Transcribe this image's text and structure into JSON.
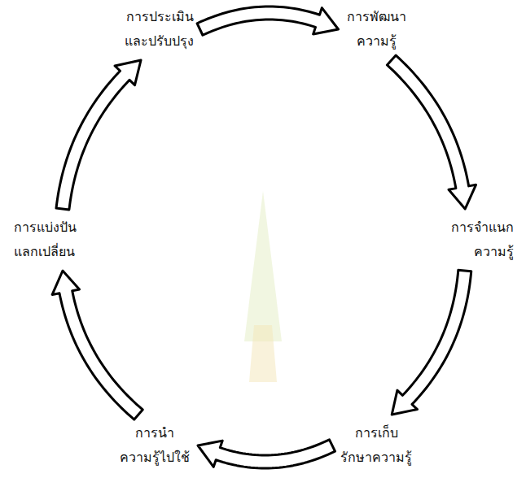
{
  "diagram": {
    "nodes": [
      {
        "text": [
          "การประเมิน และปรับปรุง"
        ]
      },
      {
        "text": [
          "การพัฒนา ความรู้"
        ]
      },
      {
        "text": [
          "การแบ่งปัน แลกเปลี่ยน"
        ]
      },
      {
        "text": [
          "การจำแนก ความรู้"
        ]
      },
      {
        "text": [
          "การนำ ความรู้ไปใช้"
        ]
      },
      {
        "text": [
          "การเก็บ รักษาความรู้"
        ]
      }
    ],
    "edges": [
      {
        "from": 0,
        "to": 1,
        "arrow": "to"
      },
      {
        "from": 1,
        "to": 3,
        "arrow": "to"
      },
      {
        "from": 3,
        "to": 5,
        "arrow": "to"
      },
      {
        "from": 5,
        "to": 4,
        "arrow": "to"
      },
      {
        "from": 4,
        "to": 2,
        "arrow": "to"
      },
      {
        "from": 2,
        "to": 0,
        "arrow": "to"
      }
    ]
  }
}
